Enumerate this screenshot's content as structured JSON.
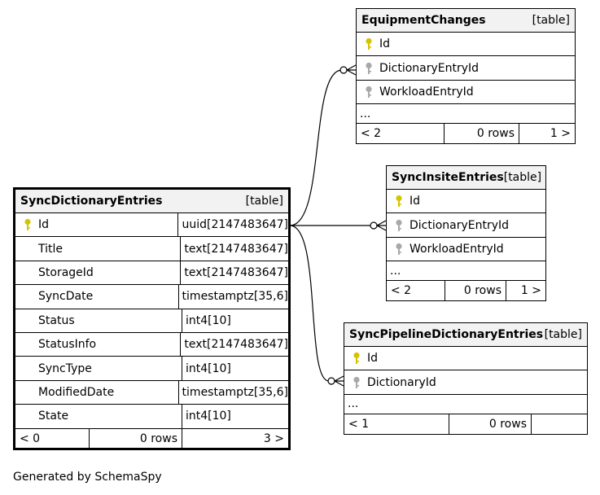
{
  "tables": {
    "sync_dictionary_entries": {
      "name": "SyncDictionaryEntries",
      "kind": "[table]",
      "columns": [
        {
          "name": "Id",
          "type": "uuid[2147483647]",
          "key": "primary"
        },
        {
          "name": "Title",
          "type": "text[2147483647]",
          "key": "none"
        },
        {
          "name": "StorageId",
          "type": "text[2147483647]",
          "key": "none"
        },
        {
          "name": "SyncDate",
          "type": "timestamptz[35,6]",
          "key": "none"
        },
        {
          "name": "Status",
          "type": "int4[10]",
          "key": "none"
        },
        {
          "name": "StatusInfo",
          "type": "text[2147483647]",
          "key": "none"
        },
        {
          "name": "SyncType",
          "type": "int4[10]",
          "key": "none"
        },
        {
          "name": "ModifiedDate",
          "type": "timestamptz[35,6]",
          "key": "none"
        },
        {
          "name": "State",
          "type": "int4[10]",
          "key": "none"
        }
      ],
      "footer": {
        "left": "< 0",
        "rows": "0 rows",
        "right": "3 >"
      }
    },
    "equipment_changes": {
      "name": "EquipmentChanges",
      "kind": "[table]",
      "columns": [
        {
          "name": "Id",
          "key": "primary"
        },
        {
          "name": "DictionaryEntryId",
          "key": "foreign"
        },
        {
          "name": "WorkloadEntryId",
          "key": "foreign"
        }
      ],
      "ellipsis": "...",
      "footer": {
        "left": "< 2",
        "rows": "0 rows",
        "right": "1 >"
      }
    },
    "sync_insite_entries": {
      "name": "SyncInsiteEntries",
      "kind": "[table]",
      "columns": [
        {
          "name": "Id",
          "key": "primary"
        },
        {
          "name": "DictionaryEntryId",
          "key": "foreign"
        },
        {
          "name": "WorkloadEntryId",
          "key": "foreign"
        }
      ],
      "ellipsis": "...",
      "footer": {
        "left": "< 2",
        "rows": "0 rows",
        "right": "1 >"
      }
    },
    "sync_pipeline_dictionary_entries": {
      "name": "SyncPipelineDictionaryEntries",
      "kind": "[table]",
      "columns": [
        {
          "name": "Id",
          "key": "primary"
        },
        {
          "name": "DictionaryId",
          "key": "foreign"
        }
      ],
      "ellipsis": "...",
      "footer": {
        "left": "< 1",
        "rows": "0 rows",
        "right": ""
      }
    }
  },
  "relationships": [
    {
      "from": "EquipmentChanges.DictionaryEntryId",
      "to": "SyncDictionaryEntries.Id"
    },
    {
      "from": "SyncInsiteEntries.DictionaryEntryId",
      "to": "SyncDictionaryEntries.Id"
    },
    {
      "from": "SyncPipelineDictionaryEntries.DictionaryId",
      "to": "SyncDictionaryEntries.Id"
    }
  ],
  "colors": {
    "primary_key": "#d4c400",
    "foreign_key": "#a8a8a8",
    "header_bg": "#f2f2f2"
  },
  "icons": {
    "primary_key": "key-icon",
    "foreign_key": "key-icon"
  },
  "generated_by": "Generated by SchemaSpy"
}
